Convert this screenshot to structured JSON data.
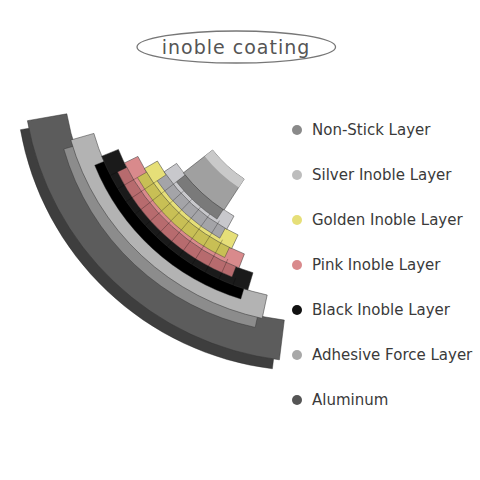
{
  "diagram": {
    "nodes": [
      {
        "text": [
          "inoble coating"
        ]
      }
    ],
    "legend": [
      {
        "text": "Non-Stick Layer",
        "color": "#8a8a8a"
      },
      {
        "text": "Silver Inoble Layer",
        "color": "#bdbdbd"
      },
      {
        "text": "Golden Inoble Layer",
        "color": "#e6df78"
      },
      {
        "text": "Pink Inoble Layer",
        "color": "#d98a8c"
      },
      {
        "text": "Black Inoble Layer",
        "color": "#111111"
      },
      {
        "text": "Adhesive Force Layer",
        "color": "#a8a8a8"
      },
      {
        "text": "Aluminum",
        "color": "#555555"
      }
    ]
  }
}
